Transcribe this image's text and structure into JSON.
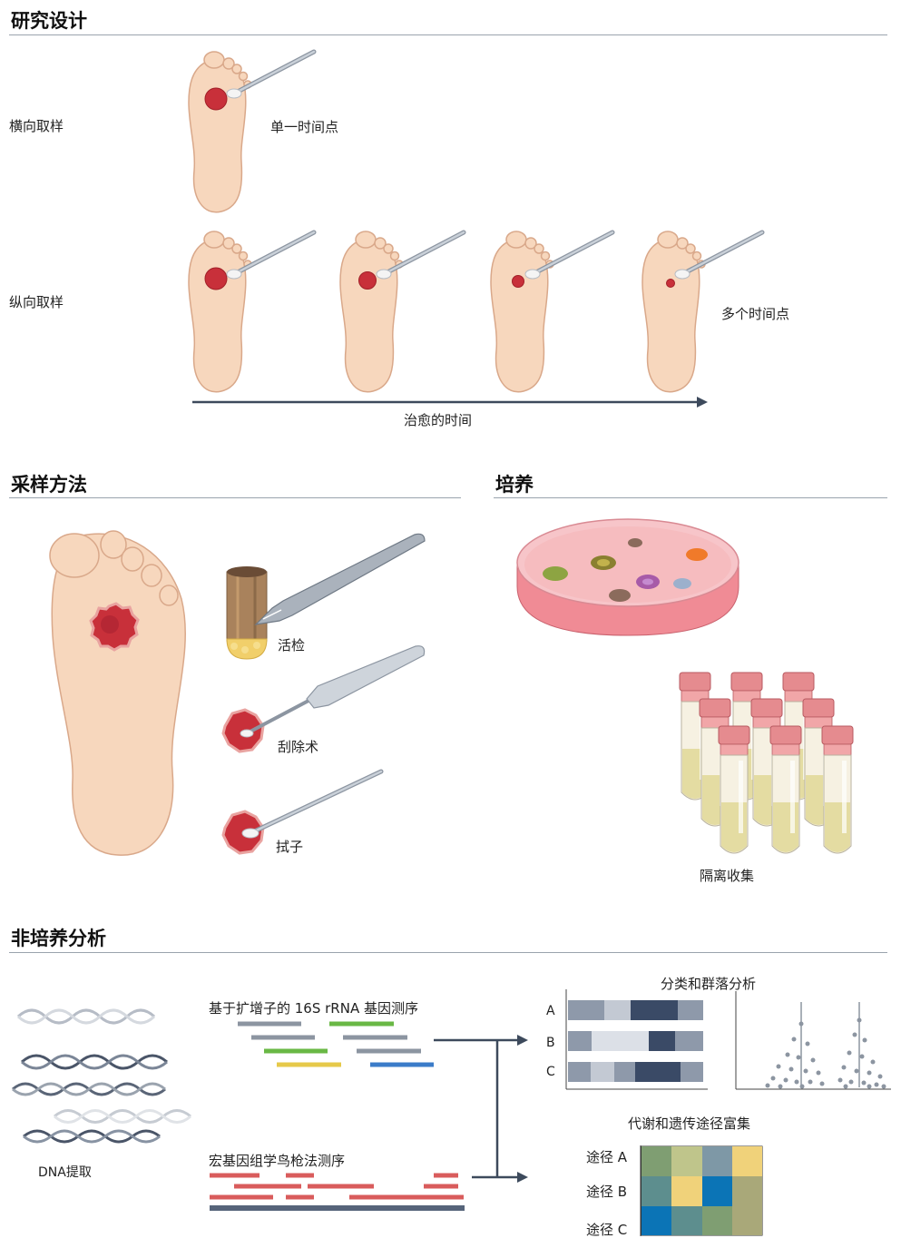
{
  "study_design": {
    "title": "研究设计",
    "cross_sectional_label": "横向取样",
    "single_timepoint_label": "单一时间点",
    "longitudinal_label": "纵向取样",
    "multi_timepoint_label": "多个时间点",
    "healing_time_label": "治愈的时间"
  },
  "sampling": {
    "title": "采样方法",
    "biopsy_label": "活检",
    "curettage_label": "刮除术",
    "swab_label": "拭子"
  },
  "culture": {
    "title": "培养",
    "isolate_label": "隔离收集"
  },
  "non_culture": {
    "title": "非培养分析",
    "dna_label": "DNA提取",
    "amplicon_label": "基于扩增子的 16S rRNA 基因测序",
    "shotgun_label": "宏基因组学鸟枪法测序",
    "taxonomy_title": "分类和群落分析",
    "taxonomy_rows": [
      "A",
      "B",
      "C"
    ],
    "pathway_title": "代谢和遗传途径富集",
    "pathway_rows": [
      "途径 A",
      "途径 B",
      "途径 C"
    ]
  },
  "colors": {
    "foot_skin": "#f7d7bd",
    "wound": "#c8303a",
    "arrow": "#3d4a5c",
    "heatmap": [
      [
        "#7f9e72",
        "#bfc58b",
        "#7e98a6",
        "#f0d27a"
      ],
      [
        "#5d8e8e",
        "#f0d27a",
        "#0b74b6",
        "#a9a879"
      ],
      [
        "#0b74b6",
        "#5d8e8e",
        "#7f9e72",
        "#a9a879"
      ]
    ]
  }
}
